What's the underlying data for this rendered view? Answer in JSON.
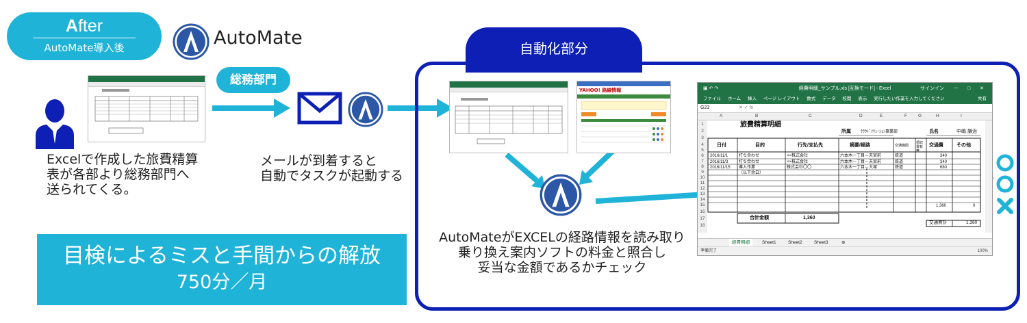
{
  "after_badge": {
    "title_bold": "A",
    "title_rest": "fter",
    "subtitle": "AutoMate導入後"
  },
  "logo": {
    "name": "AutoMate",
    "brand_color": "#2b57a6"
  },
  "dept_label": "総務部門",
  "auto_tab": "自動化部分",
  "left_caption": [
    "Excelで作成した旅費精算",
    "表が各部より総務部門へ",
    "送られてくる。"
  ],
  "mail_caption": [
    "メールが到着すると",
    "自動でタスクが起動する"
  ],
  "automate_caption": [
    "AutoMateがEXCELの経路情報を読み取り",
    "乗り換え案内ソフトの料金と照合し",
    "妥当な金額であるかチェック"
  ],
  "banner": {
    "line1": "目検によるミスと手間からの解放",
    "line2": "750分／月"
  },
  "colors": {
    "accent": "#1fb3d8",
    "navy": "#0d1fb4",
    "excel_green": "#217346"
  },
  "icons": [
    "user-icon",
    "mail-icon",
    "automate-a-icon",
    "arrow-icon",
    "circle-icon",
    "cross-icon"
  ],
  "result_marks": {
    "mark1": "○",
    "mark2": "○",
    "mark3": "×"
  },
  "excel": {
    "window_title": "経費明細_サンプル.xls [互換モード] - Excel",
    "signin": "サインイン",
    "share": "共有",
    "ribbon_tabs": [
      "ファイル",
      "ホーム",
      "挿入",
      "ページ レイアウト",
      "数式",
      "データ",
      "校閲",
      "表示"
    ],
    "tell_me": "実行したい作業を入力してください",
    "name_box": "G23",
    "columns": [
      "A",
      "B",
      "C",
      "D",
      "E",
      "F",
      "G",
      "H",
      "I"
    ],
    "sheet_title": "旅費精算明細",
    "dept_label": "所属",
    "dept_value": "ｸﾗｳﾄﾞｿﾘｭｰｼｮﾝ事業部",
    "name_label": "氏名",
    "name_value": "中嶋 謙治",
    "headers": [
      "日付",
      "目的",
      "行先/支払先",
      "摘要/経路",
      "交通機関",
      "領収書有無",
      "交通費",
      "その他"
    ],
    "rows": [
      {
        "num": "6",
        "date": "2016/11/1",
        "purpose": "打ち合わせ",
        "dest": "××株式会社",
        "route": "六本木一丁目⇔天宮前",
        "transport": "鉄道",
        "fare": "340"
      },
      {
        "num": "7",
        "date": "2016/11/3",
        "purpose": "打ち合わせ",
        "dest": "××株式会社",
        "route": "六本木一丁目⇔天宮前",
        "transport": "鉄道",
        "fare": "340"
      },
      {
        "num": "8",
        "date": "2016/11/15",
        "purpose": "導入作業",
        "dest": "株式会社〇〇",
        "route": "六本木一丁目⇔大塚",
        "transport": "鉄道",
        "fare": "680"
      },
      {
        "num": "9",
        "date": "",
        "purpose": "（以下余白）",
        "dest": "",
        "route": "",
        "transport": "",
        "fare": ""
      }
    ],
    "subtotal_fare": "1,360",
    "subtotal_other": "0",
    "total_label": "合計金額",
    "total_value": "1,360",
    "transport_total_label": "交通費計",
    "transport_total_value": "1,360",
    "sheet_tabs": [
      "経費明細",
      "Sheet1",
      "Sheet2",
      "Sheet3"
    ],
    "status": "準備完了",
    "zoom": "100%"
  },
  "route_app": {
    "name": "YAHOO! 路線情報"
  }
}
